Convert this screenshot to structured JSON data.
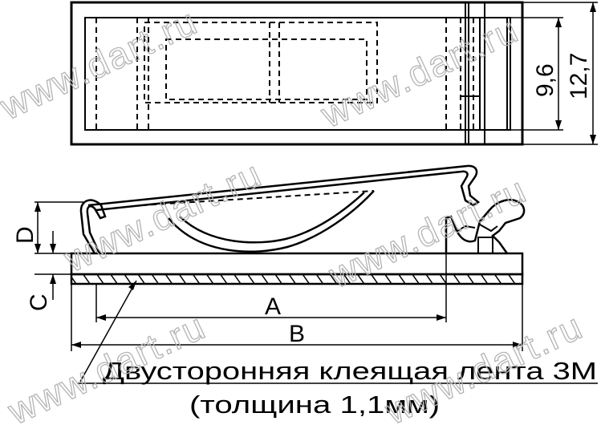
{
  "watermark": "www.dart.ru",
  "dimensions": {
    "a": "A",
    "b": "B",
    "c": "C",
    "d": "D",
    "height_inner": "9,6",
    "height_outer": "12,7"
  },
  "caption": {
    "line1": "Двусторонняя клеящая лента 3М",
    "line2": "(толщина 1,1мм)"
  }
}
